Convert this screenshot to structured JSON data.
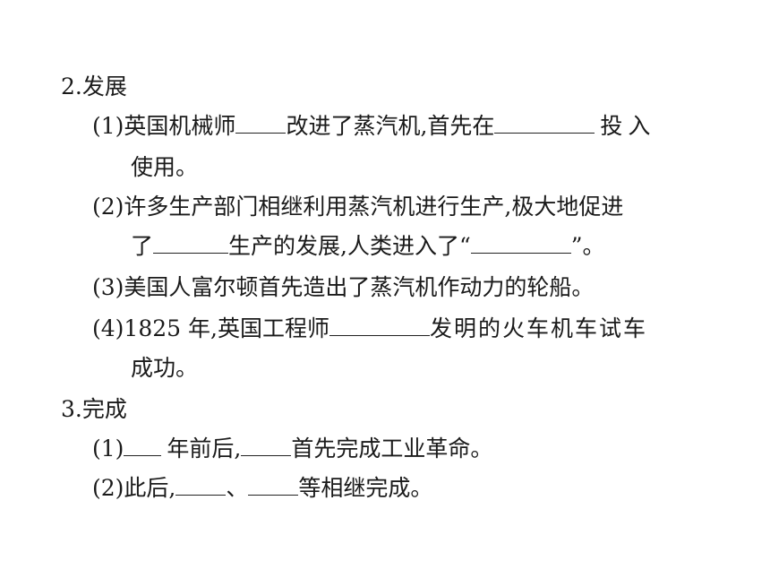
{
  "sections": {
    "fazhan": {
      "heading": "2.发展",
      "items": [
        {
          "num": "(1)",
          "t1": "英国机械师",
          "t2": "改进了蒸汽机,首先在",
          "t3": "投入",
          "cont": "使用。"
        },
        {
          "num": "(2)",
          "t1": "许多生产部门相继利用蒸汽机进行生产,极大地促进",
          "cont_a": "了",
          "cont_b": "生产的发展,人类进入了“",
          "cont_c": "”。"
        },
        {
          "num": "(3)",
          "t1": "美国人富尔顿首先造出了蒸汽机作动力的轮船。"
        },
        {
          "num": "(4)",
          "t1": "1825 年,英国工程师",
          "t2": "发明的火车机车试车",
          "cont": "成功。"
        }
      ]
    },
    "wancheng": {
      "heading": "3.完成",
      "items": [
        {
          "num": "(1)",
          "t1": "年前后,",
          "t2": "首先完成工业革命。"
        },
        {
          "num": "(2)",
          "t1": "此后,",
          "t2": "、",
          "t3": "等相继完成。"
        }
      ]
    }
  }
}
